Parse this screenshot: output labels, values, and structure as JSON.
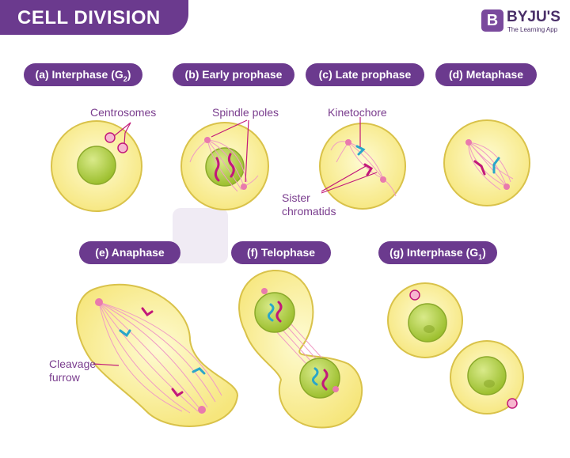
{
  "header": {
    "title": "CELL DIVISION"
  },
  "logo": {
    "mark": "B",
    "name": "BYJU'S",
    "tagline": "The Learning App"
  },
  "stages": [
    {
      "label": "(a) Interphase (G",
      "sub": "2",
      "close": ")"
    },
    {
      "label": "(b) Early prophase"
    },
    {
      "label": "(c) Late prophase"
    },
    {
      "label": "(d) Metaphase"
    },
    {
      "label": "(e) Anaphase"
    },
    {
      "label": "(f) Telophase"
    },
    {
      "label": "(g) Interphase (G",
      "sub": "1",
      "close": ")"
    }
  ],
  "annotations": {
    "centrosomes": "Centrosomes",
    "spindle_poles": "Spindle poles",
    "kinetochore": "Kinetochore",
    "sister_line1": "Sister",
    "sister_line2": "chromatids",
    "cleavage_line1": "Cleavage",
    "cleavage_line2": "furrow"
  },
  "colors": {
    "brand_purple": "#6b3a8e",
    "cytoplasm": "#fbf3a6",
    "cell_border": "#d9c24a",
    "nucleus": "#b8d14e",
    "spindle": "#f09cc4",
    "chromosome_magenta": "#c2187a",
    "chromosome_blue": "#2aa6c9",
    "label_text": "#7a3d8e"
  }
}
